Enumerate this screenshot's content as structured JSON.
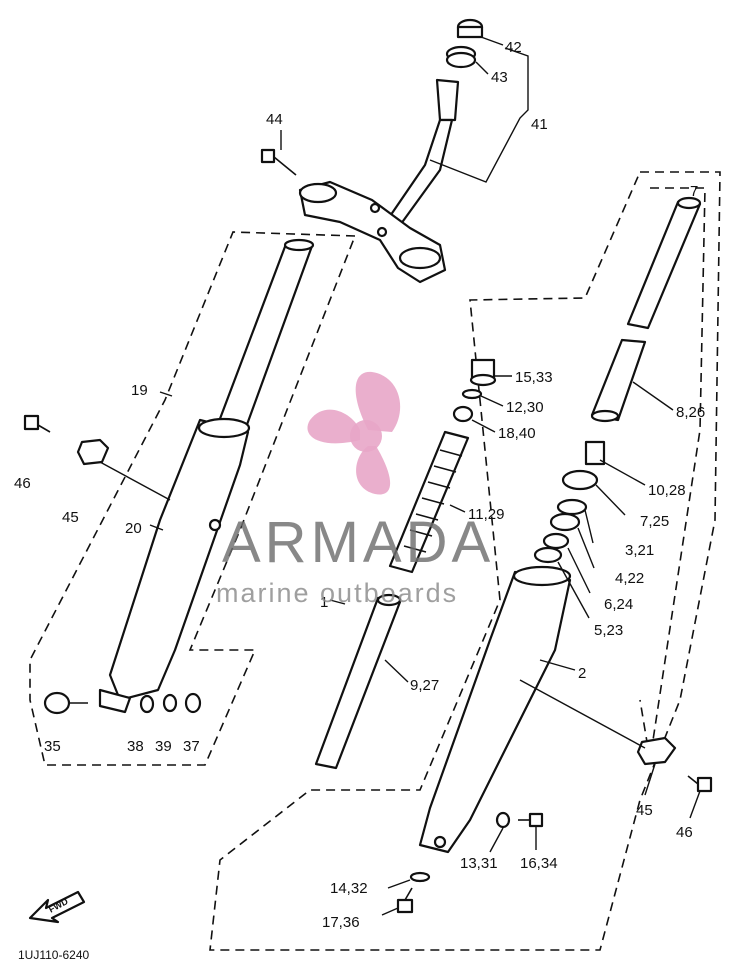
{
  "watermark": {
    "brand": "ARMADA",
    "tagline": "marine outboards",
    "logo_color": "#e8a6c8",
    "text_color": "#6e6e6e",
    "icon": "propeller-logo-icon"
  },
  "diagram_code": "1UJ110-6240",
  "fwd_label": "FWD",
  "callouts": {
    "c42": "42",
    "c43": "43",
    "c41": "41",
    "c44": "44",
    "c19": "19",
    "c46a": "46",
    "c45a": "45",
    "c20": "20",
    "c35": "35",
    "c38": "38",
    "c39": "39",
    "c37": "37",
    "c7": "7",
    "c15_33": "15,33",
    "c12_30": "12,30",
    "c18_40": "18,40",
    "c8_26": "8,26",
    "c10_28": "10,28",
    "c7_25": "7,25",
    "c11_29": "11,29",
    "c3_21": "3,21",
    "c4_22": "4,22",
    "c6_24": "6,24",
    "c1": "1",
    "c5_23": "5,23",
    "c2": "2",
    "c9_27": "9,27",
    "c45b": "45",
    "c46b": "46",
    "c13_31": "13,31",
    "c16_34": "16,34",
    "c14_32": "14,32",
    "c17_36": "17,36"
  }
}
